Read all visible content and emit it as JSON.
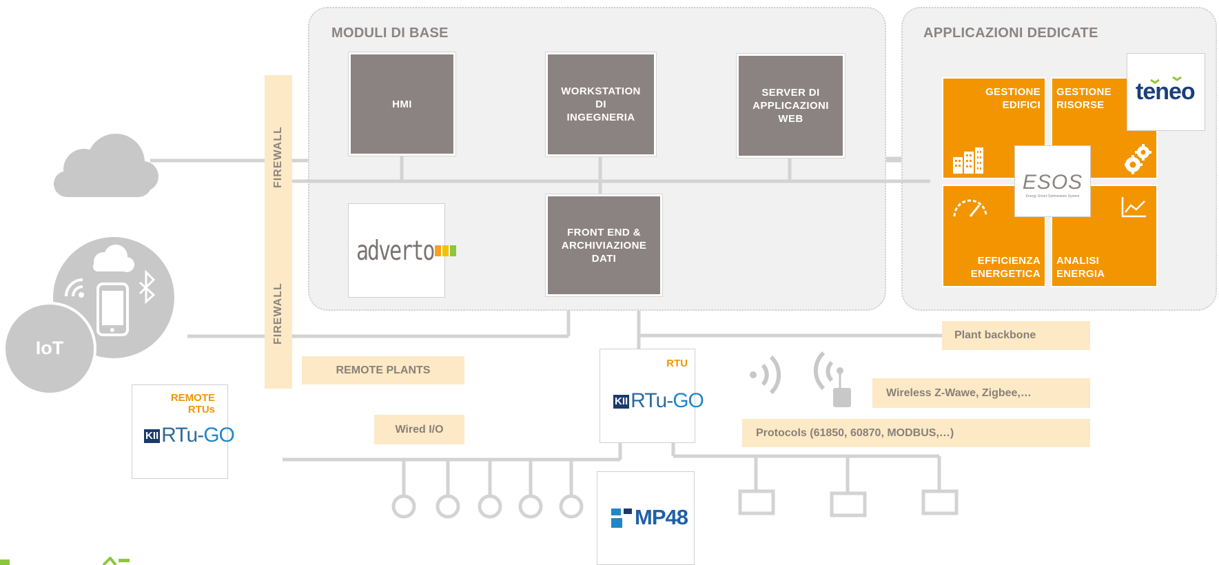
{
  "panels": {
    "base": {
      "title": "MODULI DI BASE"
    },
    "dedicated": {
      "title": "APPLICAZIONI DEDICATE"
    }
  },
  "modules": {
    "hmi": "HMI",
    "workstation": "WORKSTATION\nDI\nINGEGNERIA",
    "server": "SERVER DI\nAPPLICAZIONI\nWEB",
    "frontend": "FRONT END &\nARCHIVIAZIONE\nDATI"
  },
  "apps": {
    "gestione_edifici": "GESTIONE\nEDIFICI",
    "gestione_risorse": "GESTIONE\nRISORSE",
    "efficienza": "EFFICIENZA\nENERGETICA",
    "analisi": "ANALISI\nENERGIA"
  },
  "logos": {
    "adverto": "adverto",
    "teneo": "teneo",
    "esos": "ESOS",
    "esos_sub": "Energy Smart Optimization System",
    "rtugo_k": "KII",
    "rtugo_main": "RTu-",
    "rtugo_go": "GO",
    "mp48": "MP48"
  },
  "firewall": {
    "top": "FIREWALL",
    "bottom": "FIREWALL"
  },
  "iot": {
    "label": "IoT"
  },
  "labels": {
    "remote_plants": "REMOTE PLANTS",
    "wired_io": "Wired I/O",
    "plant_backbone": "Plant backbone",
    "wireless": "Wireless Z-Wawe, Zigbee,…",
    "protocols": "Protocols (61850, 60870, MODBUS,…)",
    "rtu": "RTU",
    "remote_rtus": "REMOTE\nRTUs"
  },
  "colors": {
    "panel_bg": "#f1f1f1",
    "module_grey": "#8b8381",
    "orange": "#f39500",
    "beige": "#fde9c6",
    "line_grey": "#d3d3d3",
    "icon_grey": "#c8c8c8"
  }
}
